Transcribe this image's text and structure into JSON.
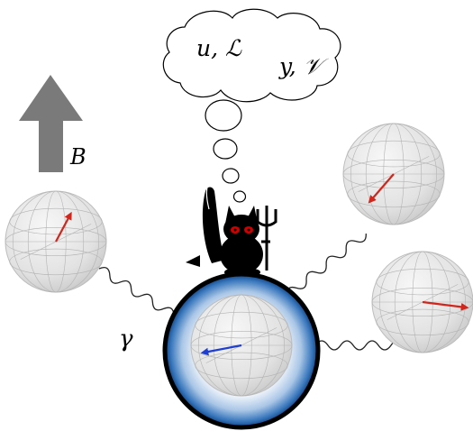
{
  "thought": {
    "line1": "u, ℒ",
    "line2": "y, 𝒱"
  },
  "field_label": "B",
  "coupling_label": "γ",
  "colors": {
    "red_arrow": "#d0261c",
    "blue_arrow": "#1f3fd1",
    "field_arrow": "#7a7a7a",
    "glow": "#1c5fa8"
  },
  "icons": {
    "demon": "devil-cat-icon",
    "pitchfork": "trident-icon"
  }
}
